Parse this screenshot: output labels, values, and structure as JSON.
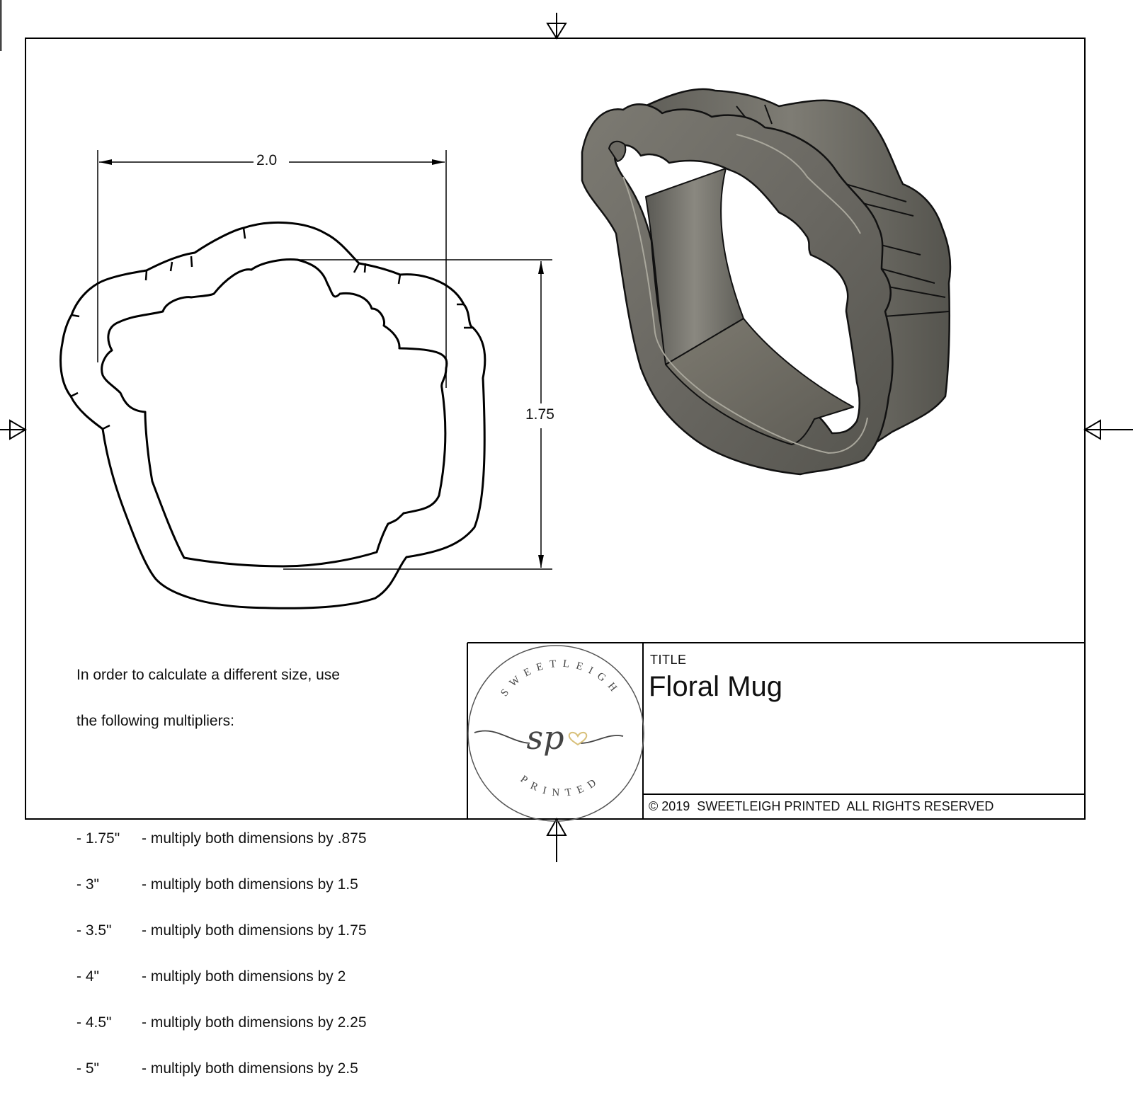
{
  "drawing": {
    "title_label": "TITLE",
    "title": "Floral Mug",
    "copyright": "© 2019  SWEETLEIGH PRINTED  ALL RIGHTS RESERVED",
    "dimensions": {
      "width": "2.0",
      "height": "1.75"
    },
    "colors": {
      "line": "#000000",
      "render_body": "#6b6a63",
      "render_highlight": "#8d8b82",
      "render_shadow": "#4b4a45",
      "logo_heart": "#d8c07a",
      "logo_text": "#4a4a4a"
    }
  },
  "instructions": {
    "intro_line1": "In order to calculate a different size, use",
    "intro_line2": "the following multipliers:",
    "multipliers": [
      {
        "size": "- 1.75\"",
        "text": "- multiply both dimensions by .875"
      },
      {
        "size": "- 3\"",
        "text": "- multiply both dimensions by 1.5"
      },
      {
        "size": "- 3.5\"",
        "text": "- multiply both dimensions by 1.75"
      },
      {
        "size": "- 4\"",
        "text": "- multiply both dimensions by 2"
      },
      {
        "size": "- 4.5\"",
        "text": "- multiply both dimensions by 2.25"
      },
      {
        "size": "- 5\"",
        "text": "- multiply both dimensions by 2.5"
      }
    ]
  },
  "logo": {
    "top_text": "SWEETLEIGH",
    "monogram": "sp",
    "bottom_text": "PRINTED",
    "icon": "heart-icon"
  },
  "markers": {
    "top": "center-mark-arrow-down",
    "bottom": "center-mark-arrow-up",
    "left": "center-mark-arrow-right",
    "right": "center-mark-arrow-left"
  }
}
